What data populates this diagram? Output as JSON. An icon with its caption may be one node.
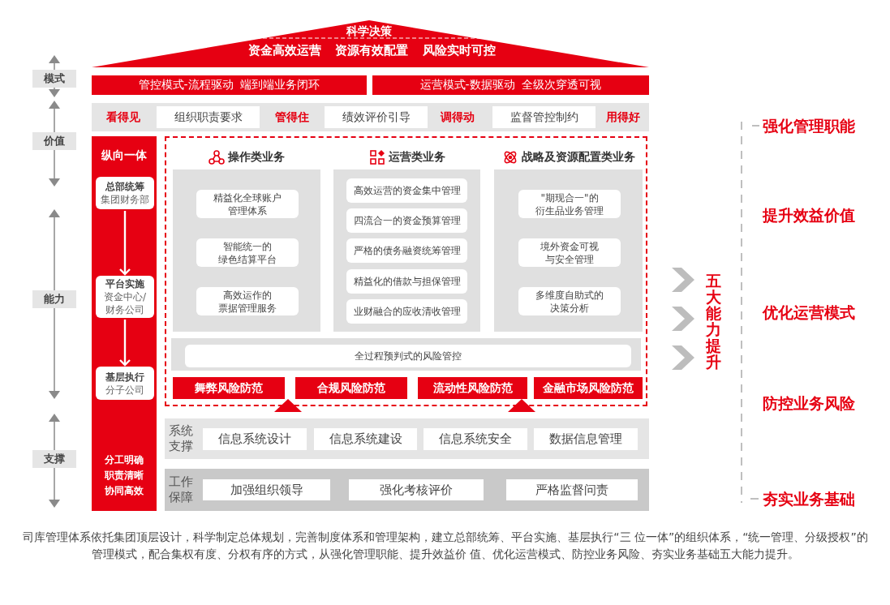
{
  "diagram": {
    "caption": "司库管理体系依托集团顶层设计，科学制定总体规划，完善制度体系和管理架构，建立总部统筹、平台实施、基层执行“三 位一体”的组织体系，“统一管理、分级授权”的管理模式，配合集权有度、分权有序的方式，从强化管理职能、提升效益价 值、优化运营模式、防控业务风险、夯实业务基础五大能力提升。",
    "nodes": [
      {
        "text": [
          "科学决策",
          "资金高效运营",
          "资源有效配置",
          "风险实时可控"
        ]
      },
      {
        "text": [
          "管控模式-流程驱动  端到端业务闭环"
        ]
      },
      {
        "text": [
          "运营模式-数据驱动  全级次穿透可视"
        ]
      },
      {
        "text": [
          "看得见",
          "管得住",
          "调得动",
          "用得好"
        ]
      },
      {
        "text": [
          "组织职责要求"
        ],
        "in": 3
      },
      {
        "text": [
          "绩效评价引导"
        ],
        "in": 3
      },
      {
        "text": [
          "监督管控制约"
        ],
        "in": 3
      },
      {
        "text": [
          "纵向一体",
          "分工明确职责清晰协同高效"
        ]
      },
      {
        "text": [
          "总部统筹",
          "集团财务部"
        ],
        "in": 7
      },
      {
        "text": [
          "平台实施",
          "资金中心/财务公司"
        ],
        "in": 7
      },
      {
        "text": [
          "基层执行",
          "分子公司"
        ],
        "in": 7
      },
      {
        "text": [],
        "shape": "box"
      },
      {
        "text": [
          "操作类业务"
        ],
        "in": 11
      },
      {
        "text": [
          "精益化全球账户管理体系"
        ],
        "in": 12
      },
      {
        "text": [
          "智能统一的绿色结算平台"
        ],
        "in": 12
      },
      {
        "text": [
          "高效运作的票据管理服务"
        ],
        "in": 12
      },
      {
        "text": [
          "运营类业务"
        ],
        "in": 11
      },
      {
        "text": [
          "高效运营的资金集中管理"
        ],
        "in": 16
      },
      {
        "text": [
          "四流合一的资金预算管理"
        ],
        "in": 16
      },
      {
        "text": [
          "严格的债务融资统筹管理"
        ],
        "in": 16
      },
      {
        "text": [
          "精益化的借款与担保管理"
        ],
        "in": 16
      },
      {
        "text": [
          "业财融合的应收清收管理"
        ],
        "in": 16
      },
      {
        "text": [
          "战略及资源配置类业务"
        ],
        "in": 11
      },
      {
        "text": [
          "\"期现合一\"的衍生品业务管理"
        ],
        "in": 22
      },
      {
        "text": [
          "境外资金可视与安全管理"
        ],
        "in": 22
      },
      {
        "text": [
          "多维度自助式的决策分析"
        ],
        "in": 22
      },
      {
        "text": [
          "全过程预判式的风险管控"
        ],
        "in": 11
      },
      {
        "text": [
          "舞弊风险防范"
        ],
        "in": 11
      },
      {
        "text": [
          "合规风险防范"
        ],
        "in": 11
      },
      {
        "text": [
          "流动性风险防范"
        ],
        "in": 11
      },
      {
        "text": [
          "金融市场风险防范"
        ],
        "in": 11
      },
      {
        "text": [
          "系统支撑"
        ]
      },
      {
        "text": [
          "信息系统设计"
        ],
        "in": 31
      },
      {
        "text": [
          "信息系统建设"
        ],
        "in": 31
      },
      {
        "text": [
          "信息系统安全"
        ],
        "in": 31
      },
      {
        "text": [
          "数据信息管理"
        ],
        "in": 31
      },
      {
        "text": [
          "工作保障"
        ]
      },
      {
        "text": [
          "加强组织领导"
        ],
        "in": 36
      },
      {
        "text": [
          "强化考核评价"
        ],
        "in": 36
      },
      {
        "text": [
          "严格监督问责"
        ],
        "in": 36
      },
      {
        "text": [
          "五大能力提升"
        ]
      },
      {
        "text": [
          "模式"
        ]
      },
      {
        "text": [
          "价值"
        ]
      },
      {
        "text": [
          "能力"
        ]
      },
      {
        "text": [
          "支撑"
        ]
      }
    ],
    "edges": [
      {
        "from": 8,
        "to": 9,
        "arrow": "to"
      },
      {
        "from": 9,
        "to": 10,
        "arrow": "to"
      },
      {
        "from": 11,
        "to": 40,
        "arrow": "to"
      }
    ],
    "labels": [
      "强化管理职能",
      "提升效益价值",
      "优化运营模式",
      "防控业务风险",
      "夯实业务基础"
    ]
  }
}
